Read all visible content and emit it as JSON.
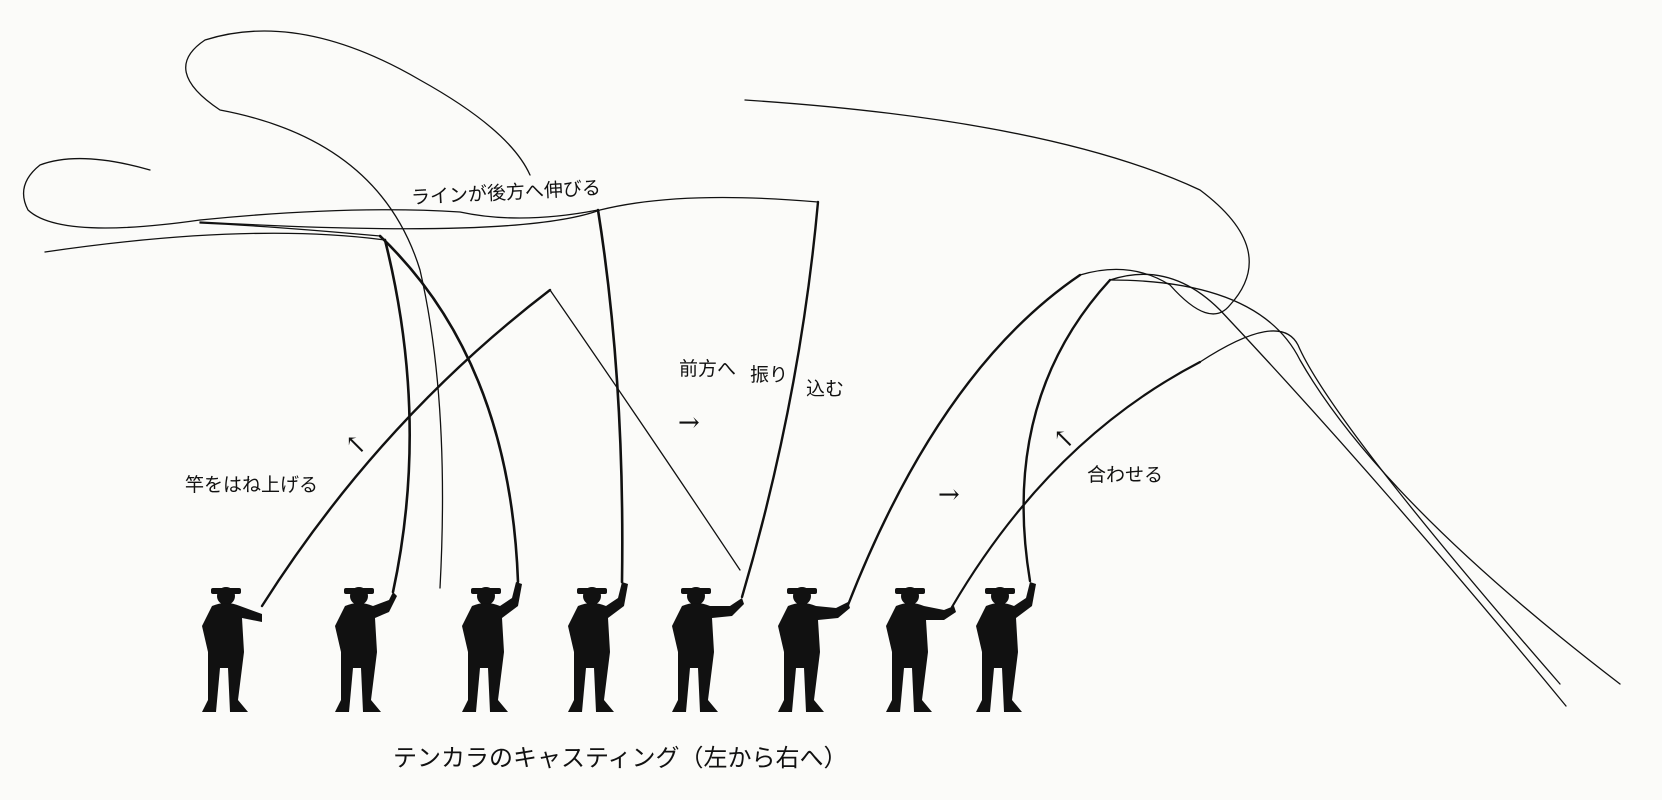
{
  "labels": {
    "raise_rod": "竿をはね上げる",
    "line_back": "ラインが後方へ伸びる",
    "forward_a": "前方へ",
    "forward_b": "振り",
    "forward_c": "込む",
    "set_hook": "合わせる"
  },
  "arrows": {
    "up_left": "↖",
    "right_1": "→",
    "right_2": "→",
    "up_left_2": "↖"
  },
  "caption": "テンカラのキャスティング（左から右へ）",
  "anglers": [
    {
      "pose": "rod-forward-low"
    },
    {
      "pose": "rod-up"
    },
    {
      "pose": "rod-up-high"
    },
    {
      "pose": "rod-up-high"
    },
    {
      "pose": "rod-forward"
    },
    {
      "pose": "rod-forward"
    },
    {
      "pose": "rod-forward-low"
    },
    {
      "pose": "rod-up"
    }
  ]
}
